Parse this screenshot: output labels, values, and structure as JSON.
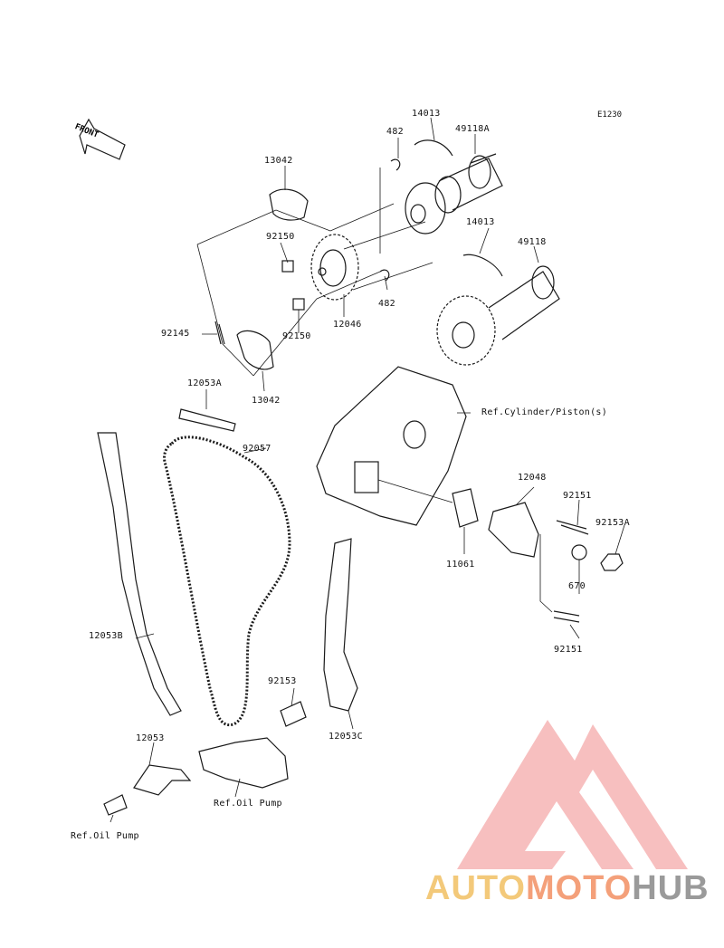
{
  "header": {
    "code": "E1230",
    "front": "FRONT"
  },
  "labels": {
    "p13042a": "13042",
    "p482a": "482",
    "p14013a": "14013",
    "p49118A": "49118A",
    "p92150a": "92150",
    "p14013b": "14013",
    "p49118": "49118",
    "p482b": "482",
    "p92150b": "92150",
    "p12046": "12046",
    "p92145": "92145",
    "p13042b": "13042",
    "p12053A": "12053A",
    "refCyl": "Ref.Cylinder/Piston(s)",
    "p92057": "92057",
    "p12048": "12048",
    "p92151a": "92151",
    "p92153A": "92153A",
    "p11061": "11061",
    "p670": "670",
    "p12053B": "12053B",
    "p92151b": "92151",
    "p92153": "92153",
    "p12053C": "12053C",
    "p12053": "12053",
    "refOil1": "Ref.Oil Pump",
    "refOil2": "Ref.Oil Pump"
  },
  "watermark": {
    "a": "AUTO",
    "m": "MOTO",
    "h": "HUB"
  },
  "colors": {
    "line": "#1a1a1a",
    "watermark_red": "#f08a8a"
  }
}
